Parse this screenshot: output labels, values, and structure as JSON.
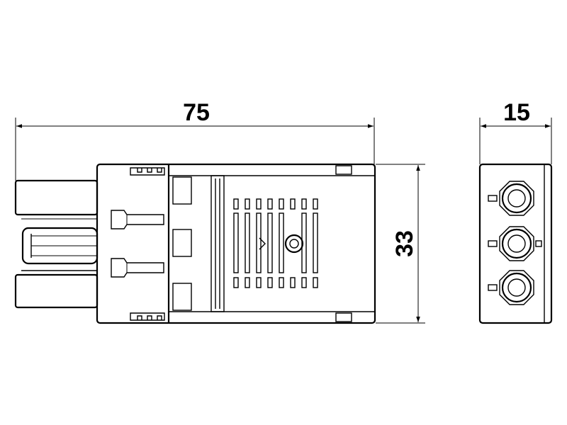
{
  "dimensions": {
    "length": "75",
    "height": "33",
    "width": "15"
  },
  "colors": {
    "line": "#000000",
    "background": "#ffffff"
  }
}
